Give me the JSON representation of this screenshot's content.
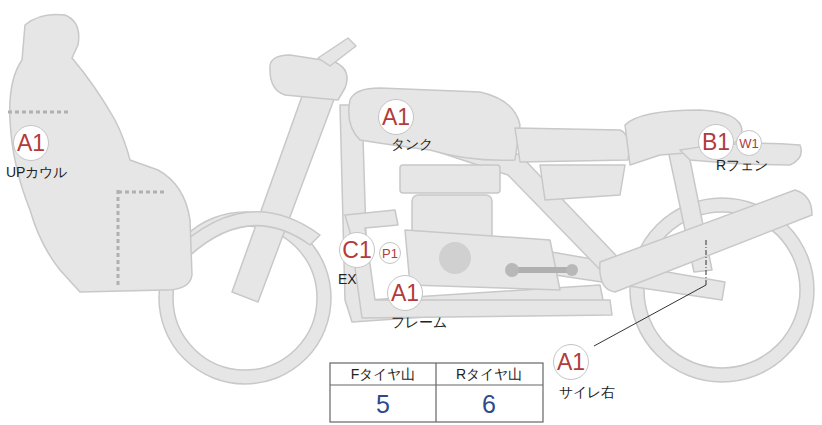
{
  "diagram": {
    "nodes": [
      {
        "text": [
          "A1",
          "UPカウル"
        ]
      },
      {
        "text": [
          "A1",
          "タンク"
        ]
      },
      {
        "text": [
          "B1",
          "Rフェン"
        ]
      },
      {
        "text": [
          "W1"
        ]
      },
      {
        "text": [
          "C1",
          "EX"
        ]
      },
      {
        "text": [
          "P1"
        ]
      },
      {
        "text": [
          "A1",
          "フレーム"
        ]
      },
      {
        "text": [
          "A1",
          "サイレ右"
        ]
      }
    ],
    "labels": [
      "Fタイヤ山",
      "Rタイヤ山",
      "5",
      "6"
    ]
  }
}
